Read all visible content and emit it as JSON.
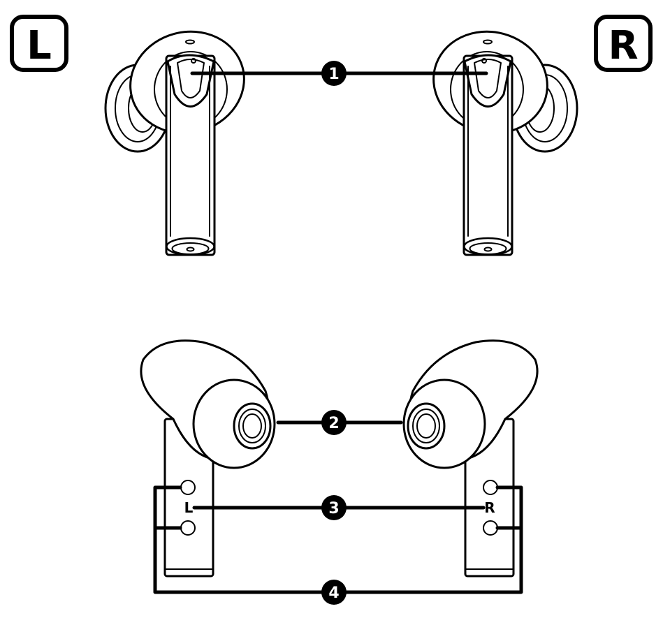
{
  "corner_labels": {
    "left": "L",
    "right": "R"
  },
  "side_marks": {
    "left": "L",
    "right": "R"
  },
  "callouts": [
    "1",
    "2",
    "3",
    "4"
  ],
  "colors": {
    "ink": "#000000",
    "paper": "#ffffff",
    "shade": "#eeeeee"
  }
}
